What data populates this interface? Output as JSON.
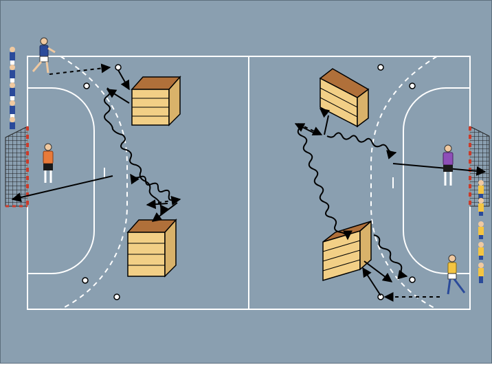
{
  "diagram": {
    "type": "handball-drill",
    "court_color": "#8a9fb0",
    "line_color": "#ffffff",
    "box_side_color": "#f2cf86",
    "box_top_color": "#b0703a",
    "team_left_color": "#2a4a9a",
    "team_right_color": "#f4c542",
    "goalkeeper_left_color": "#e87a3a",
    "goalkeeper_right_color": "#8e4fb8",
    "arrow_color": "#000000",
    "elements": [
      "court",
      "goals",
      "vaulting-boxes",
      "players",
      "goalkeepers",
      "balls",
      "passes",
      "dribble-paths",
      "shots"
    ]
  }
}
